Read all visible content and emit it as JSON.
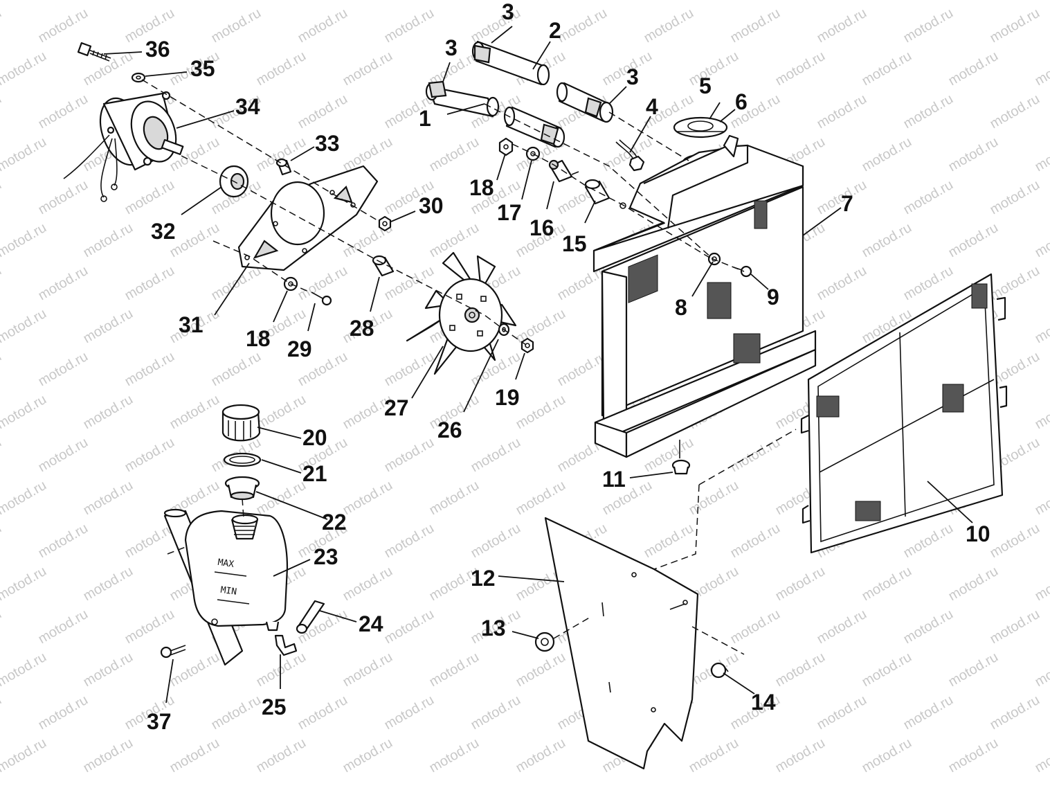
{
  "watermark": "motod.ru",
  "tank_labels": {
    "max": "MAX",
    "min": "MIN"
  },
  "callouts": [
    {
      "id": "1",
      "label": "1"
    },
    {
      "id": "2",
      "label": "2"
    },
    {
      "id": "3a",
      "label": "3"
    },
    {
      "id": "3b",
      "label": "3"
    },
    {
      "id": "3c",
      "label": "3"
    },
    {
      "id": "4",
      "label": "4"
    },
    {
      "id": "5",
      "label": "5"
    },
    {
      "id": "6",
      "label": "6"
    },
    {
      "id": "7",
      "label": "7"
    },
    {
      "id": "8",
      "label": "8"
    },
    {
      "id": "9",
      "label": "9"
    },
    {
      "id": "10",
      "label": "10"
    },
    {
      "id": "11",
      "label": "11"
    },
    {
      "id": "12",
      "label": "12"
    },
    {
      "id": "13",
      "label": "13"
    },
    {
      "id": "14",
      "label": "14"
    },
    {
      "id": "15",
      "label": "15"
    },
    {
      "id": "16",
      "label": "16"
    },
    {
      "id": "17",
      "label": "17"
    },
    {
      "id": "18a",
      "label": "18"
    },
    {
      "id": "18b",
      "label": "18"
    },
    {
      "id": "19",
      "label": "19"
    },
    {
      "id": "20",
      "label": "20"
    },
    {
      "id": "21",
      "label": "21"
    },
    {
      "id": "22",
      "label": "22"
    },
    {
      "id": "23",
      "label": "23"
    },
    {
      "id": "24",
      "label": "24"
    },
    {
      "id": "25",
      "label": "25"
    },
    {
      "id": "26",
      "label": "26"
    },
    {
      "id": "27",
      "label": "27"
    },
    {
      "id": "28",
      "label": "28"
    },
    {
      "id": "29",
      "label": "29"
    },
    {
      "id": "30",
      "label": "30"
    },
    {
      "id": "31",
      "label": "31"
    },
    {
      "id": "32",
      "label": "32"
    },
    {
      "id": "33",
      "label": "33"
    },
    {
      "id": "34",
      "label": "34"
    },
    {
      "id": "35",
      "label": "35"
    },
    {
      "id": "36",
      "label": "36"
    },
    {
      "id": "37",
      "label": "37"
    }
  ]
}
